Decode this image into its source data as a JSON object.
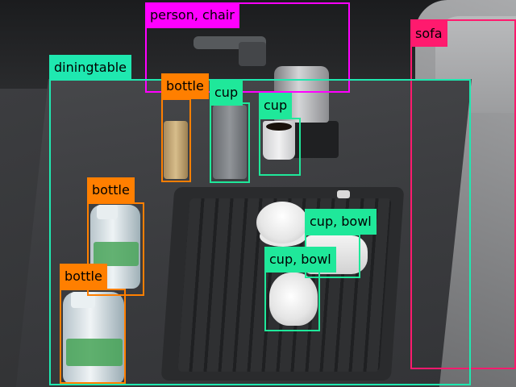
{
  "image": {
    "description_free": true,
    "colors": {
      "person_chair": "#ff00ff",
      "sofa": "#ff1a6e",
      "diningtable": "#1fe8b0",
      "bottle": "#ff7f00",
      "cup": "#1fe89a",
      "cup_bowl": "#1fe89a"
    }
  },
  "detections": [
    {
      "label": "person, chair",
      "color": "#ff00ff"
    },
    {
      "label": "sofa",
      "color": "#ff1a6e"
    },
    {
      "label": "diningtable",
      "color": "#1fe8b0"
    },
    {
      "label": "bottle",
      "color": "#ff7f00"
    },
    {
      "label": "cup",
      "color": "#1fe89a"
    },
    {
      "label": "cup",
      "color": "#1fe89a"
    },
    {
      "label": "bottle",
      "color": "#ff7f00"
    },
    {
      "label": "cup, bowl",
      "color": "#1fe89a"
    },
    {
      "label": "cup, bowl",
      "color": "#1fe89a"
    },
    {
      "label": "bottle",
      "color": "#ff7f00"
    }
  ]
}
